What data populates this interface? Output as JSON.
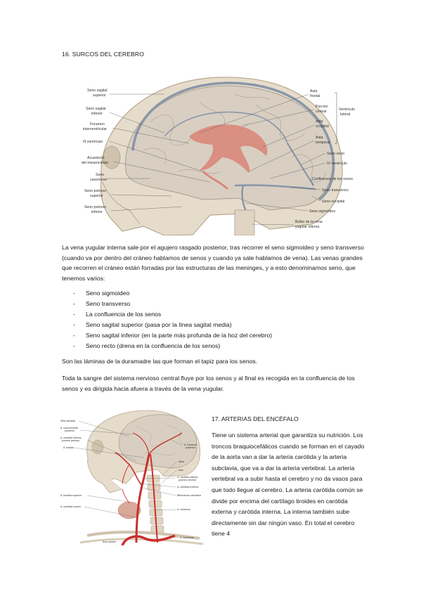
{
  "section1": {
    "title": "16. SURCOS DEL CEREBRO",
    "figure_labels_left": [
      "Seno sagital",
      "superior",
      "Seno sagital",
      "inferior",
      "Foramen",
      "interventricular",
      "III ventrículo",
      "Acueducto",
      "del mesencéfalo",
      "Seno",
      "cavernoso",
      "Seno petroso",
      "superior",
      "Seno petroso",
      "inferior"
    ],
    "figure_labels_right": [
      "Asta",
      "frontal",
      "Porción",
      "central",
      "Asta",
      "occipital",
      "Asta",
      "temporal",
      "Seno recto",
      "IV ventrículo",
      "Confluencia de los senos",
      "Seno transverso",
      "Seno occipital",
      "Seno sigmoideo",
      "Bulbo de la vena",
      "yugular interna"
    ],
    "figure_labels_bracket": [
      "Ventrículo",
      "lateral"
    ],
    "paragraph1": "La vena yugular interna sale por el agujero rasgado posterior, tras recorrer el seno sigmoideo y seno transverso (cuando va por dentro del cráneo hablamos de senos y cuando ya sale hablamos de vena). Las venas grandes que recorren el cráneo están forradas por las estructuras de las meninges, y a esto denominamos seno, que tenemos varios:",
    "list": [
      "Seno sigmoideo",
      "Seno transverso",
      " La confluencia de los senos",
      "Seno sagital superior (pasa por la línea sagital media)",
      "Seno sagital inferior (en la parte más profunda de la hoz del cerebro)",
      "Seno recto (drena en la confluencia de los senos)"
    ],
    "list_marker": "-",
    "paragraph2": "Son las láminas de la duramadre las que forman el tapiz para los senos.",
    "paragraph3": "Toda la sangre del sistema nervioso central fluye por los senos y al final es recogida en la confluencia de los senos y es dirigida hacia afuera a través de la vena yugular."
  },
  "section2": {
    "title": "17. ARTERIAS DEL ENCÉFALO",
    "text": "Tiene un sistema arterial que garantiza su nutrición. Los troncos braquiocefálicos cuando se forman en el cayado de la aorta van a dar la arteria carótida y la arteria subclavia, que va a dar la arteria vertebral. La arteria vertebral va a subir hasta el cerebro y no da vasos para que todo llegue al cerebro. La arteria carótida común se divide por encima del cartílago tiroides en carótida externa y carótida interna. La interna también sube directamente sin dar ningún vaso. En total el cerebro tiene 4",
    "figure_labels_left": [
      "Silla carótida",
      "A. comunicante",
      "posterior",
      "A. carótida interna,",
      "porción petrosa",
      "A. basilar",
      "A. tiroidea superior",
      "A. carótida común",
      "Arco aórtico"
    ],
    "figure_labels_right": [
      "A. cerebral",
      "posterior",
      "Atlas",
      "Axis",
      "A. carótida interna,",
      "porción cervical",
      "A. carótida externa",
      "Bifurcación carotídea",
      "A. vertebral",
      "A. subclavia"
    ]
  },
  "colors": {
    "brain": "#d8cfc2",
    "skull": "#e6dccb",
    "ventricle": "#d9877a",
    "sinus": "#8a96a8",
    "artery": "#c9302c",
    "text": "#1a1a1a"
  }
}
